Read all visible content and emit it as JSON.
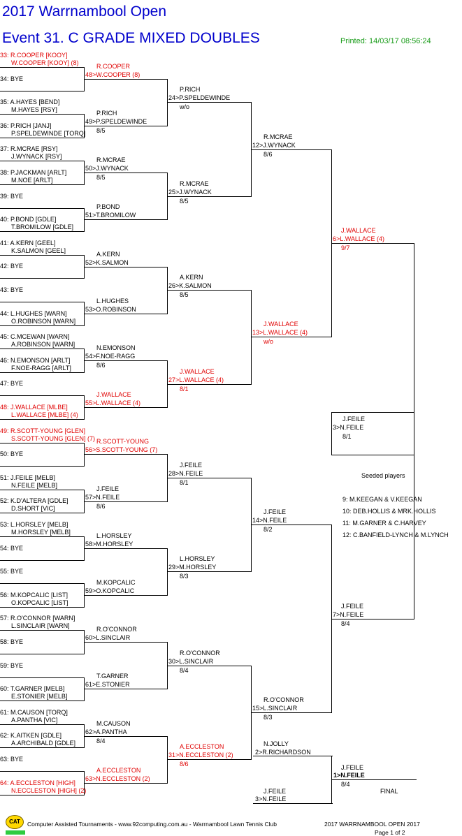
{
  "header": {
    "title": "2017 Warrnambool Open",
    "event": "Event 31. C GRADE MIXED DOUBLES",
    "printed": "Printed: 14/03/17 08:56:24"
  },
  "r1": [
    {
      "l1": "33: R.COOPER [KOOY]",
      "l2": "W.COOPER [KOOY] (8)",
      "red": true
    },
    {
      "l1": "34: BYE",
      "l2": ""
    },
    {
      "l1": "35: A.HAYES [BEND]",
      "l2": "M.HAYES [RSY]"
    },
    {
      "l1": "36: P.RICH [JANJ]",
      "l2": "P.SPELDEWINDE [TORQ]"
    },
    {
      "l1": "37: R.MCRAE [RSY]",
      "l2": "J.WYNACK [RSY]"
    },
    {
      "l1": "38: P.JACKMAN [ARLT]",
      "l2": "M.NOE [ARLT]"
    },
    {
      "l1": "39: BYE",
      "l2": ""
    },
    {
      "l1": "40: P.BOND [GDLE]",
      "l2": "T.BROMILOW [GDLE]"
    },
    {
      "l1": "41: A.KERN [GEEL]",
      "l2": "K.SALMON [GEEL]"
    },
    {
      "l1": "42: BYE",
      "l2": ""
    },
    {
      "l1": "43: BYE",
      "l2": ""
    },
    {
      "l1": "44: L.HUGHES [WARN]",
      "l2": "O.ROBINSON [WARN]"
    },
    {
      "l1": "45: C.MCEWAN [WARN]",
      "l2": "A.ROBINSON [WARN]"
    },
    {
      "l1": "46: N.EMONSON [ARLT]",
      "l2": "F.NOE-RAGG [ARLT]"
    },
    {
      "l1": "47: BYE",
      "l2": ""
    },
    {
      "l1": "48: J.WALLACE [MLBE]",
      "l2": "L.WALLACE [MLBE] (4)",
      "red": true
    },
    {
      "l1": "49: R.SCOTT-YOUNG [GLEN]",
      "l2": "S.SCOTT-YOUNG [GLEN] (7)",
      "red": true
    },
    {
      "l1": "50: BYE",
      "l2": ""
    },
    {
      "l1": "51: J.FEILE [MELB]",
      "l2": "N.FEILE [MELB]"
    },
    {
      "l1": "52: K.D'ALTERA [GDLE]",
      "l2": "D.SHORT [VIC]"
    },
    {
      "l1": "53: L.HORSLEY [MELB]",
      "l2": "M.HORSLEY [MELB]"
    },
    {
      "l1": "54: BYE",
      "l2": ""
    },
    {
      "l1": "55: BYE",
      "l2": ""
    },
    {
      "l1": "56: M.KOPCALIC [LIST]",
      "l2": "O.KOPCALIC [LIST]"
    },
    {
      "l1": "57: R.O'CONNOR [WARN]",
      "l2": "L.SINCLAIR [WARN]"
    },
    {
      "l1": "58: BYE",
      "l2": ""
    },
    {
      "l1": "59: BYE",
      "l2": ""
    },
    {
      "l1": "60: T.GARNER [MELB]",
      "l2": "E.STONIER [MELB]"
    },
    {
      "l1": "61: M.CAUSON [TORQ]",
      "l2": "A.PANTHA [VIC]"
    },
    {
      "l1": "62: K.AITKEN [GDLE]",
      "l2": "A.ARCHIBALD [GDLE]"
    },
    {
      "l1": "63: BYE",
      "l2": ""
    },
    {
      "l1": "64: A.ECCLESTON [HIGH]",
      "l2": "N.ECCLESTON [HIGH] (2)",
      "red": true
    }
  ],
  "r2": [
    {
      "a": "R.COOPER",
      "b": "48>W.COOPER (8)",
      "s": "",
      "red": true
    },
    {
      "a": "P.RICH",
      "b": "49>P.SPELDEWINDE",
      "s": "8/5"
    },
    {
      "a": "R.MCRAE",
      "b": "50>J.WYNACK",
      "s": "8/5"
    },
    {
      "a": "P.BOND",
      "b": "51>T.BROMILOW",
      "s": ""
    },
    {
      "a": "A.KERN",
      "b": "52>K.SALMON",
      "s": ""
    },
    {
      "a": "L.HUGHES",
      "b": "53>O.ROBINSON",
      "s": ""
    },
    {
      "a": "N.EMONSON",
      "b": "54>F.NOE-RAGG",
      "s": "8/6"
    },
    {
      "a": "J.WALLACE",
      "b": "55>L.WALLACE (4)",
      "s": "",
      "red": true
    },
    {
      "a": "R.SCOTT-YOUNG",
      "b": "56>S.SCOTT-YOUNG (7)",
      "s": "",
      "red": true
    },
    {
      "a": "J.FEILE",
      "b": "57>N.FEILE",
      "s": "8/6"
    },
    {
      "a": "L.HORSLEY",
      "b": "58>M.HORSLEY",
      "s": ""
    },
    {
      "a": "M.KOPCALIC",
      "b": "59>O.KOPCALIC",
      "s": ""
    },
    {
      "a": "R.O'CONNOR",
      "b": "60>L.SINCLAIR",
      "s": ""
    },
    {
      "a": "T.GARNER",
      "b": "61>E.STONIER",
      "s": ""
    },
    {
      "a": "M.CAUSON",
      "b": "62>A.PANTHA",
      "s": "8/4"
    },
    {
      "a": "A.ECCLESTON",
      "b": "63>N.ECCLESTON (2)",
      "s": "",
      "red": true
    }
  ],
  "r3": [
    {
      "a": "P.RICH",
      "b": "24>P.SPELDEWINDE",
      "s": "w/o"
    },
    {
      "a": "R.MCRAE",
      "b": "25>J.WYNACK",
      "s": "8/5"
    },
    {
      "a": "A.KERN",
      "b": "26>K.SALMON",
      "s": "8/5"
    },
    {
      "a": "J.WALLACE",
      "b": "27>L.WALLACE (4)",
      "s": "8/1",
      "red": true
    },
    {
      "a": "J.FEILE",
      "b": "28>N.FEILE",
      "s": "8/1"
    },
    {
      "a": "L.HORSLEY",
      "b": "29>M.HORSLEY",
      "s": "8/3"
    },
    {
      "a": "R.O'CONNOR",
      "b": "30>L.SINCLAIR",
      "s": "8/4"
    },
    {
      "a": "A.ECCLESTON",
      "b": "31>N.ECCLESTON (2)",
      "s": "8/6",
      "red": true
    }
  ],
  "r4": [
    {
      "a": "R.MCRAE",
      "b": "12>J.WYNACK",
      "s": "8/6"
    },
    {
      "a": "J.WALLACE",
      "b": "13>L.WALLACE (4)",
      "s": "w/o",
      "red": true
    },
    {
      "a": "J.FEILE",
      "b": "14>N.FEILE",
      "s": "8/2"
    },
    {
      "a": "R.O'CONNOR",
      "b": "15>L.SINCLAIR",
      "s": "8/3"
    }
  ],
  "r5": [
    {
      "a": "J.WALLACE",
      "b": "6>L.WALLACE (4)",
      "s": "9/7",
      "red": true
    },
    {
      "a": "J.FEILE",
      "b": "7>N.FEILE",
      "s": "8/4"
    }
  ],
  "r6": [
    {
      "a": "J.FEILE",
      "b": "3>N.FEILE",
      "s": "8/1"
    }
  ],
  "playoff": {
    "jolly_a": "N.JOLLY",
    "jolly_b": "2>R.RICHARDSON",
    "feile_a": "J.FEILE",
    "feile_b": "3>N.FEILE",
    "final_a": "J.FEILE",
    "final_b": "1>N.FEILE",
    "final_s": "8/4",
    "final_label": "FINAL"
  },
  "seeded": {
    "title": "Seeded players",
    "items": [
      "9: M.KEEGAN & V.KEEGAN",
      "10: DEB.HOLLIS & MRK.HOLLIS",
      "11: M.GARNER & C.HARVEY",
      "12: C.BANFIELD-LYNCH & M.LYNCH"
    ]
  },
  "footer": {
    "logo": "CAT",
    "text": "Computer Assisted Tournaments - www.92computing.com.au  -  Warrnambool Lawn Tennis Club",
    "right": "2017 WARRNAMBOOL OPEN 2017",
    "page": "Page 1 of 2"
  }
}
